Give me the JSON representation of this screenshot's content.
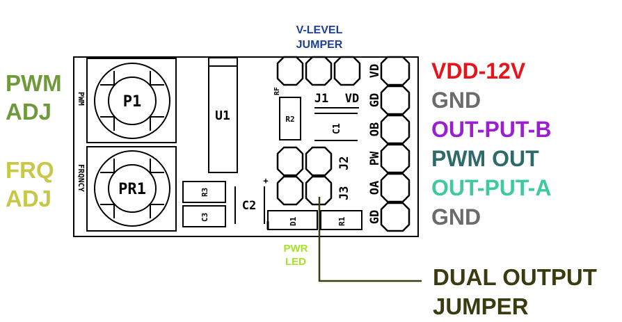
{
  "side_labels": {
    "pwm_adj": [
      "PWM",
      "ADJ"
    ],
    "frq_adj": [
      "FRQ",
      "ADJ"
    ],
    "v_level_jumper": [
      "V-LEVEL",
      "JUMPER"
    ],
    "pwr_led": [
      "PWR",
      "LED"
    ],
    "dual_output_jumper": [
      "DUAL OUTPUT",
      "JUMPER"
    ]
  },
  "pins": [
    {
      "silk": "VD",
      "label": "VDD-12V",
      "color": "#e8141b"
    },
    {
      "silk": "GD",
      "label": "GND",
      "color": "#6b6b6b"
    },
    {
      "silk": "OB",
      "label": "OUT-PUT-B",
      "color": "#9b1fd1"
    },
    {
      "silk": "PW",
      "label": "PWM OUT",
      "color": "#2f6a6a"
    },
    {
      "silk": "OA",
      "label": "OUT-PUT-A",
      "color": "#3fc9a0"
    },
    {
      "silk": "GD",
      "label": "GND",
      "color": "#6b6b6b"
    }
  ],
  "silkscreen": {
    "pwm": "PWM",
    "frqncy": "FRQNCY",
    "p1": "P1",
    "pr1": "PR1",
    "u1": "U1",
    "rf": "RF",
    "j1": "J1",
    "vd": "VD",
    "r2": "R2",
    "c1": "C1",
    "j2": "J2",
    "j3": "J3",
    "r3": "R3",
    "c3": "C3",
    "c2": "C2",
    "d1": "D1",
    "r1": "R1",
    "plus": "+"
  },
  "colors": {
    "pwm_adj": "#6f9a3c",
    "frq_adj": "#c9c846",
    "v_level": "#1d3f9a",
    "pwr_led": "#a6e22a",
    "dual_output": "#3b3a10"
  }
}
